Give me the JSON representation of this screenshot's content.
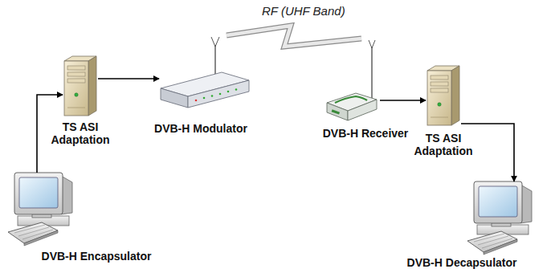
{
  "diagram": {
    "nodes": [
      {
        "text": [
          "TS ASI Adaptation"
        ]
      },
      {
        "text": [
          "DVB-H Modulator"
        ]
      },
      {
        "text": [
          "DVB-H Receiver"
        ]
      },
      {
        "text": [
          "TS ASI Adaptation"
        ]
      },
      {
        "text": [
          "DVB-H Encapsulator"
        ]
      },
      {
        "text": [
          "DVB-H Decapsulator"
        ]
      }
    ],
    "edges": [
      {
        "from": 4,
        "to": 0,
        "arrow": "to"
      },
      {
        "from": 0,
        "to": 1,
        "arrow": "to"
      },
      {
        "from": 1,
        "to": 2,
        "label": "RF (UHF Band)",
        "arrow": "none"
      },
      {
        "from": 2,
        "to": 3,
        "arrow": "to"
      },
      {
        "from": 3,
        "to": 5,
        "arrow": "to"
      }
    ]
  }
}
